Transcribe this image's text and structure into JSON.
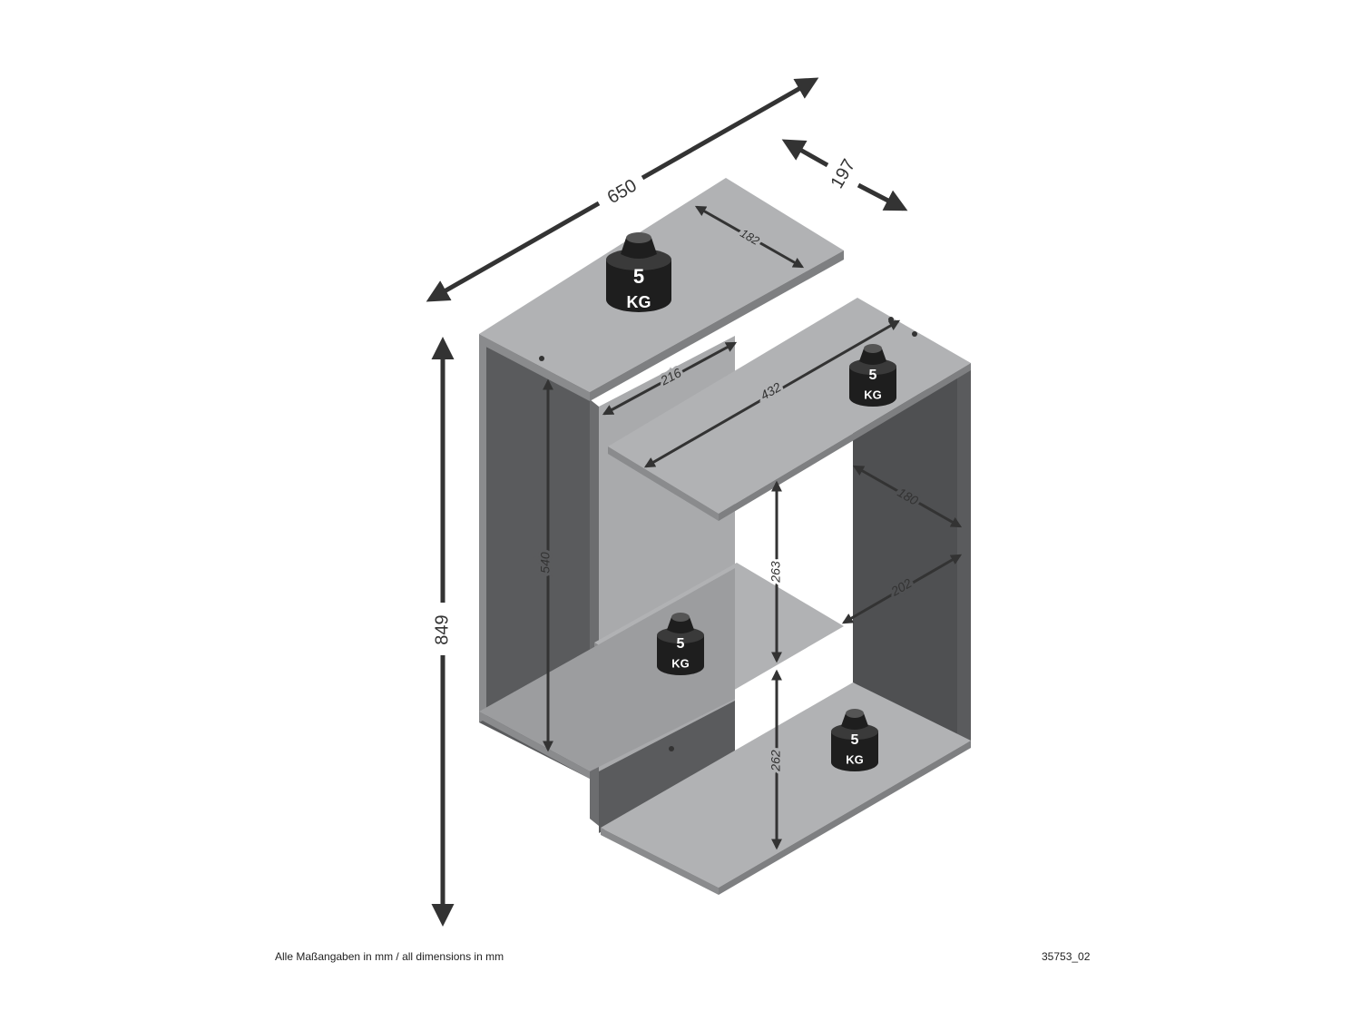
{
  "colors": {
    "panel_dark": "#5a5b5d",
    "panel_light": "#b1b2b4",
    "edge": "#8a8b8d",
    "arrow": "#333333",
    "weight": "#1e1e1e",
    "weight_text": "#ffffff"
  },
  "dimensions": {
    "width": "650",
    "depth": "197",
    "height": "849",
    "side_height": "540",
    "top_depth": "182",
    "top_width": "216",
    "shelf_width": "432",
    "right_depth": "180",
    "mid_depth": "202",
    "upper_gap": "263",
    "lower_gap": "262"
  },
  "weights": [
    {
      "value": "5",
      "unit": "KG"
    },
    {
      "value": "5",
      "unit": "KG"
    },
    {
      "value": "5",
      "unit": "KG"
    },
    {
      "value": "5",
      "unit": "KG"
    }
  ],
  "footer": {
    "note": "Alle Maßangaben in mm / all dimensions in mm",
    "drawing_id": "35753_02"
  }
}
